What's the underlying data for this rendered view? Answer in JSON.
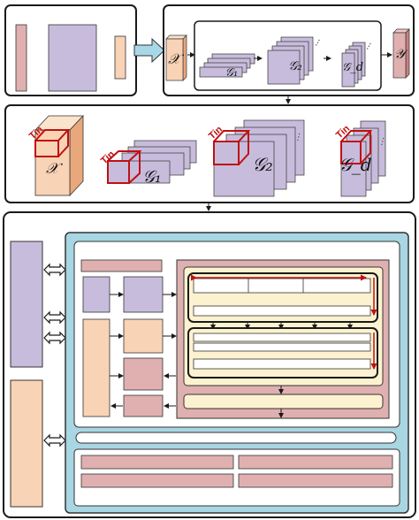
{
  "colors": {
    "purple": "#c8bcdc",
    "peach": "#f9d3b6",
    "salmon": "#e0b0b0",
    "cream": "#fdf2d0",
    "red": "#c01010",
    "blue_frame": "#a8d6e2",
    "arrow_blue": "#a8d8e8",
    "border": "#1a1a1a"
  },
  "panel1": {
    "input_label": "𝒳",
    "core1_label": "𝒢₁",
    "core2_label": "𝒢₂",
    "cored_label": "𝒢_d",
    "output_label": "𝒴",
    "dots": "···"
  },
  "panel2": {
    "tile_label": "Tin",
    "input_label": "𝒳",
    "core1_label": "𝒢₁",
    "core2_label": "𝒢₂",
    "cored_label": "𝒢_d",
    "dots": "⋮"
  }
}
